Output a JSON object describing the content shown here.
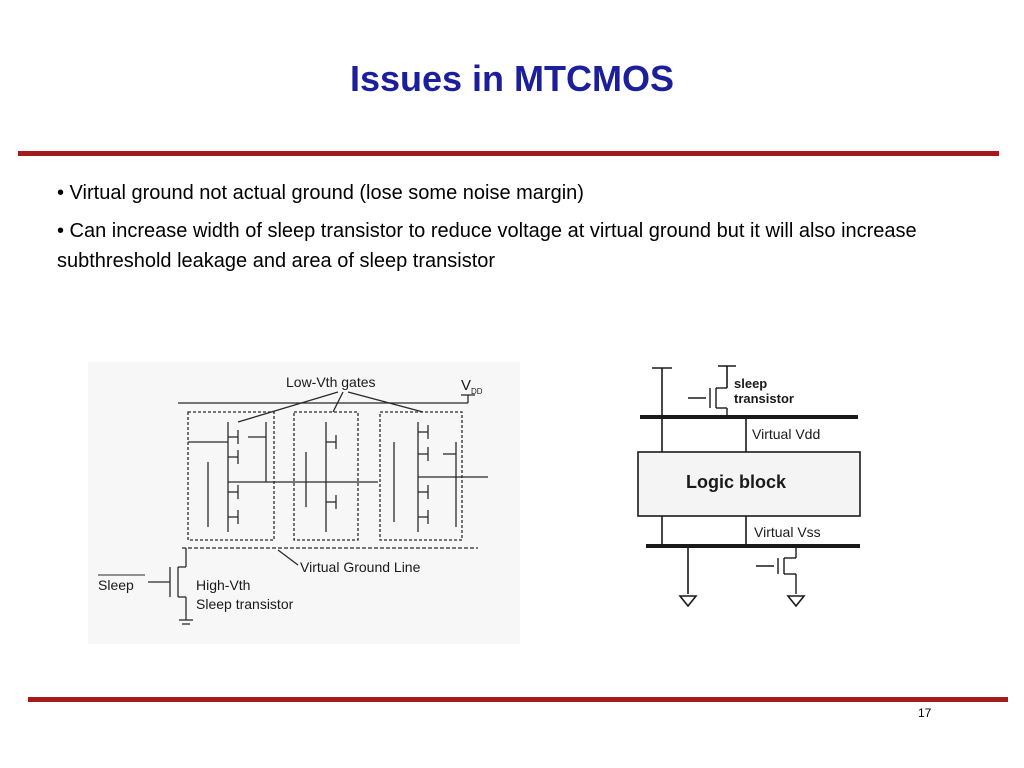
{
  "slide": {
    "title": "Issues in MTCMOS",
    "bullets": [
      "• Virtual ground not actual ground (lose some noise margin)",
      "• Can increase width of sleep transistor to reduce voltage at virtual ground but it will also increase subthreshold leakage and area of sleep transistor"
    ],
    "page_number": "17"
  },
  "figure_left": {
    "label_low_vth": "Low-Vth gates",
    "label_vdd": "V",
    "label_vdd_sub": "DD",
    "label_virtual_ground": "Virtual Ground Line",
    "label_sleep": "Sleep",
    "label_high_vth": "High-Vth",
    "label_sleep_transistor": "Sleep transistor"
  },
  "figure_right": {
    "label_sleep": "sleep",
    "label_transistor": "transistor",
    "label_virtual_vdd": "Virtual Vdd",
    "label_logic_block": "Logic block",
    "label_virtual_vss": "Virtual Vss"
  },
  "colors": {
    "title": "#1c1f9c",
    "rule": "#a51b1b"
  }
}
